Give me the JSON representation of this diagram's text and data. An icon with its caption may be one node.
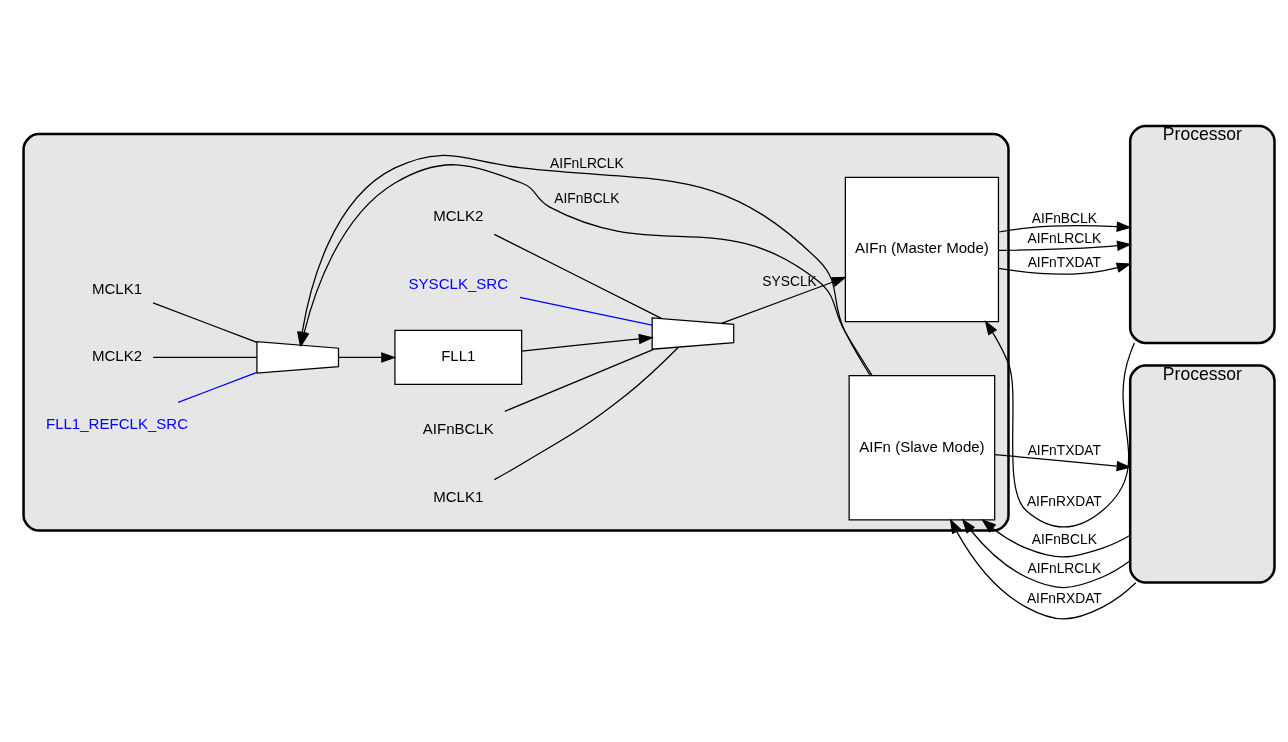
{
  "diagram": {
    "nodes": [
      {
        "text": [],
        "shape": "box"
      },
      {
        "text": [
          "MCLK1"
        ],
        "in": 0
      },
      {
        "text": [
          "MCLK2"
        ],
        "in": 0
      },
      {
        "text": [],
        "shape": "trapezoid",
        "in": 0
      },
      {
        "text": [
          "FLL1_REFCLK_SRC"
        ],
        "in": 0
      },
      {
        "text": [
          "FLL1"
        ],
        "in": 0
      },
      {
        "text": [
          "AIFnBCLK"
        ],
        "in": 0
      },
      {
        "text": [
          "MCLK1"
        ],
        "in": 0
      },
      {
        "text": [
          "MCLK2"
        ],
        "in": 0
      },
      {
        "text": [],
        "shape": "trapezoid",
        "in": 0
      },
      {
        "text": [
          "SYSCLK_SRC"
        ],
        "in": 0
      },
      {
        "text": [
          "AIFn (Master Mode)"
        ],
        "in": 0
      },
      {
        "text": [
          "AIFn (Slave Mode)"
        ],
        "in": 0
      },
      {
        "text": [
          "Processor"
        ]
      },
      {
        "text": [
          "Processor"
        ]
      }
    ],
    "edges": [
      {
        "from": 1,
        "to": 3,
        "arrow": "none"
      },
      {
        "from": 2,
        "to": 3,
        "arrow": "none"
      },
      {
        "from": 4,
        "to": 3,
        "arrow": "none",
        "color": "#0000ff"
      },
      {
        "from": 3,
        "to": 5,
        "arrow": "to"
      },
      {
        "from": 5,
        "to": 9,
        "arrow": "to"
      },
      {
        "from": 6,
        "to": 9,
        "arrow": "none"
      },
      {
        "from": 7,
        "to": 9,
        "arrow": "none"
      },
      {
        "from": 8,
        "to": 9,
        "arrow": "none"
      },
      {
        "from": 10,
        "to": 9,
        "arrow": "none",
        "color": "#0000ff"
      },
      {
        "from": 9,
        "to": 11,
        "arrow": "to",
        "label": "SYSCLK"
      },
      {
        "from": 11,
        "to": 13,
        "arrow": "to",
        "label": "AIFnBCLK"
      },
      {
        "from": 11,
        "to": 13,
        "arrow": "to",
        "label": "AIFnLRCLK"
      },
      {
        "from": 13,
        "to": 11,
        "arrow": "to",
        "label": "AIFnRXDAT"
      },
      {
        "from": 11,
        "to": 13,
        "arrow": "to",
        "label": "AIFnTXDAT"
      },
      {
        "from": 14,
        "to": 12,
        "arrow": "to",
        "label": "AIFnBCLK"
      },
      {
        "from": 14,
        "to": 12,
        "arrow": "to",
        "label": "AIFnLRCLK"
      },
      {
        "from": 14,
        "to": 12,
        "arrow": "to",
        "label": "AIFnRXDAT"
      },
      {
        "from": 12,
        "to": 14,
        "arrow": "to",
        "label": "AIFnTXDAT"
      },
      {
        "from": 12,
        "to": 3,
        "arrow": "to",
        "label": "AIFnBCLK"
      },
      {
        "from": 12,
        "to": 3,
        "arrow": "to",
        "label": "AIFnLRCLK"
      }
    ]
  }
}
